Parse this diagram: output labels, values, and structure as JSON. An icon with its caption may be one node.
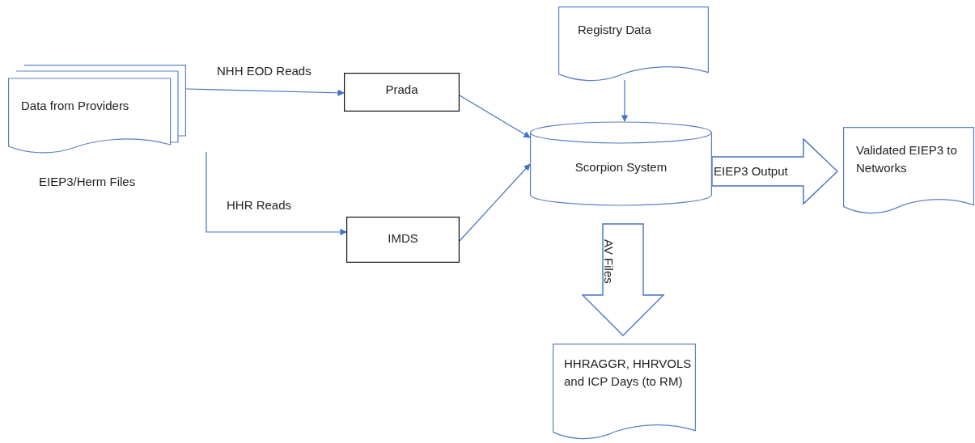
{
  "diagram": {
    "nodes": [
      {
        "text": [
          "Data from Providers"
        ],
        "beside": [
          "EIEP3/Herm Files"
        ]
      },
      {
        "text": [
          "Prada"
        ]
      },
      {
        "text": [
          "IMDS"
        ]
      },
      {
        "text": [
          "Registry Data"
        ]
      },
      {
        "text": [
          "Scorpion System"
        ]
      },
      {
        "text": [
          "Validated EIEP3 to Networks"
        ]
      },
      {
        "text": [
          "HHRAGGR, HHRVOLS and ICP Days (to RM)"
        ]
      }
    ],
    "edges": [
      {
        "from": 0,
        "to": 1,
        "arrow": "to",
        "label": "NHH EOD Reads"
      },
      {
        "from": 0,
        "to": 2,
        "arrow": "to",
        "label": "HHR Reads"
      },
      {
        "from": 1,
        "to": 4,
        "arrow": "to"
      },
      {
        "from": 2,
        "to": 4,
        "arrow": "to"
      },
      {
        "from": 3,
        "to": 4,
        "arrow": "to"
      },
      {
        "from": 4,
        "to": 5,
        "arrow": "to",
        "label": "EIEP3 Output",
        "style": "thick"
      },
      {
        "from": 4,
        "to": 6,
        "arrow": "to",
        "label": "AV Files",
        "style": "thick"
      }
    ]
  }
}
